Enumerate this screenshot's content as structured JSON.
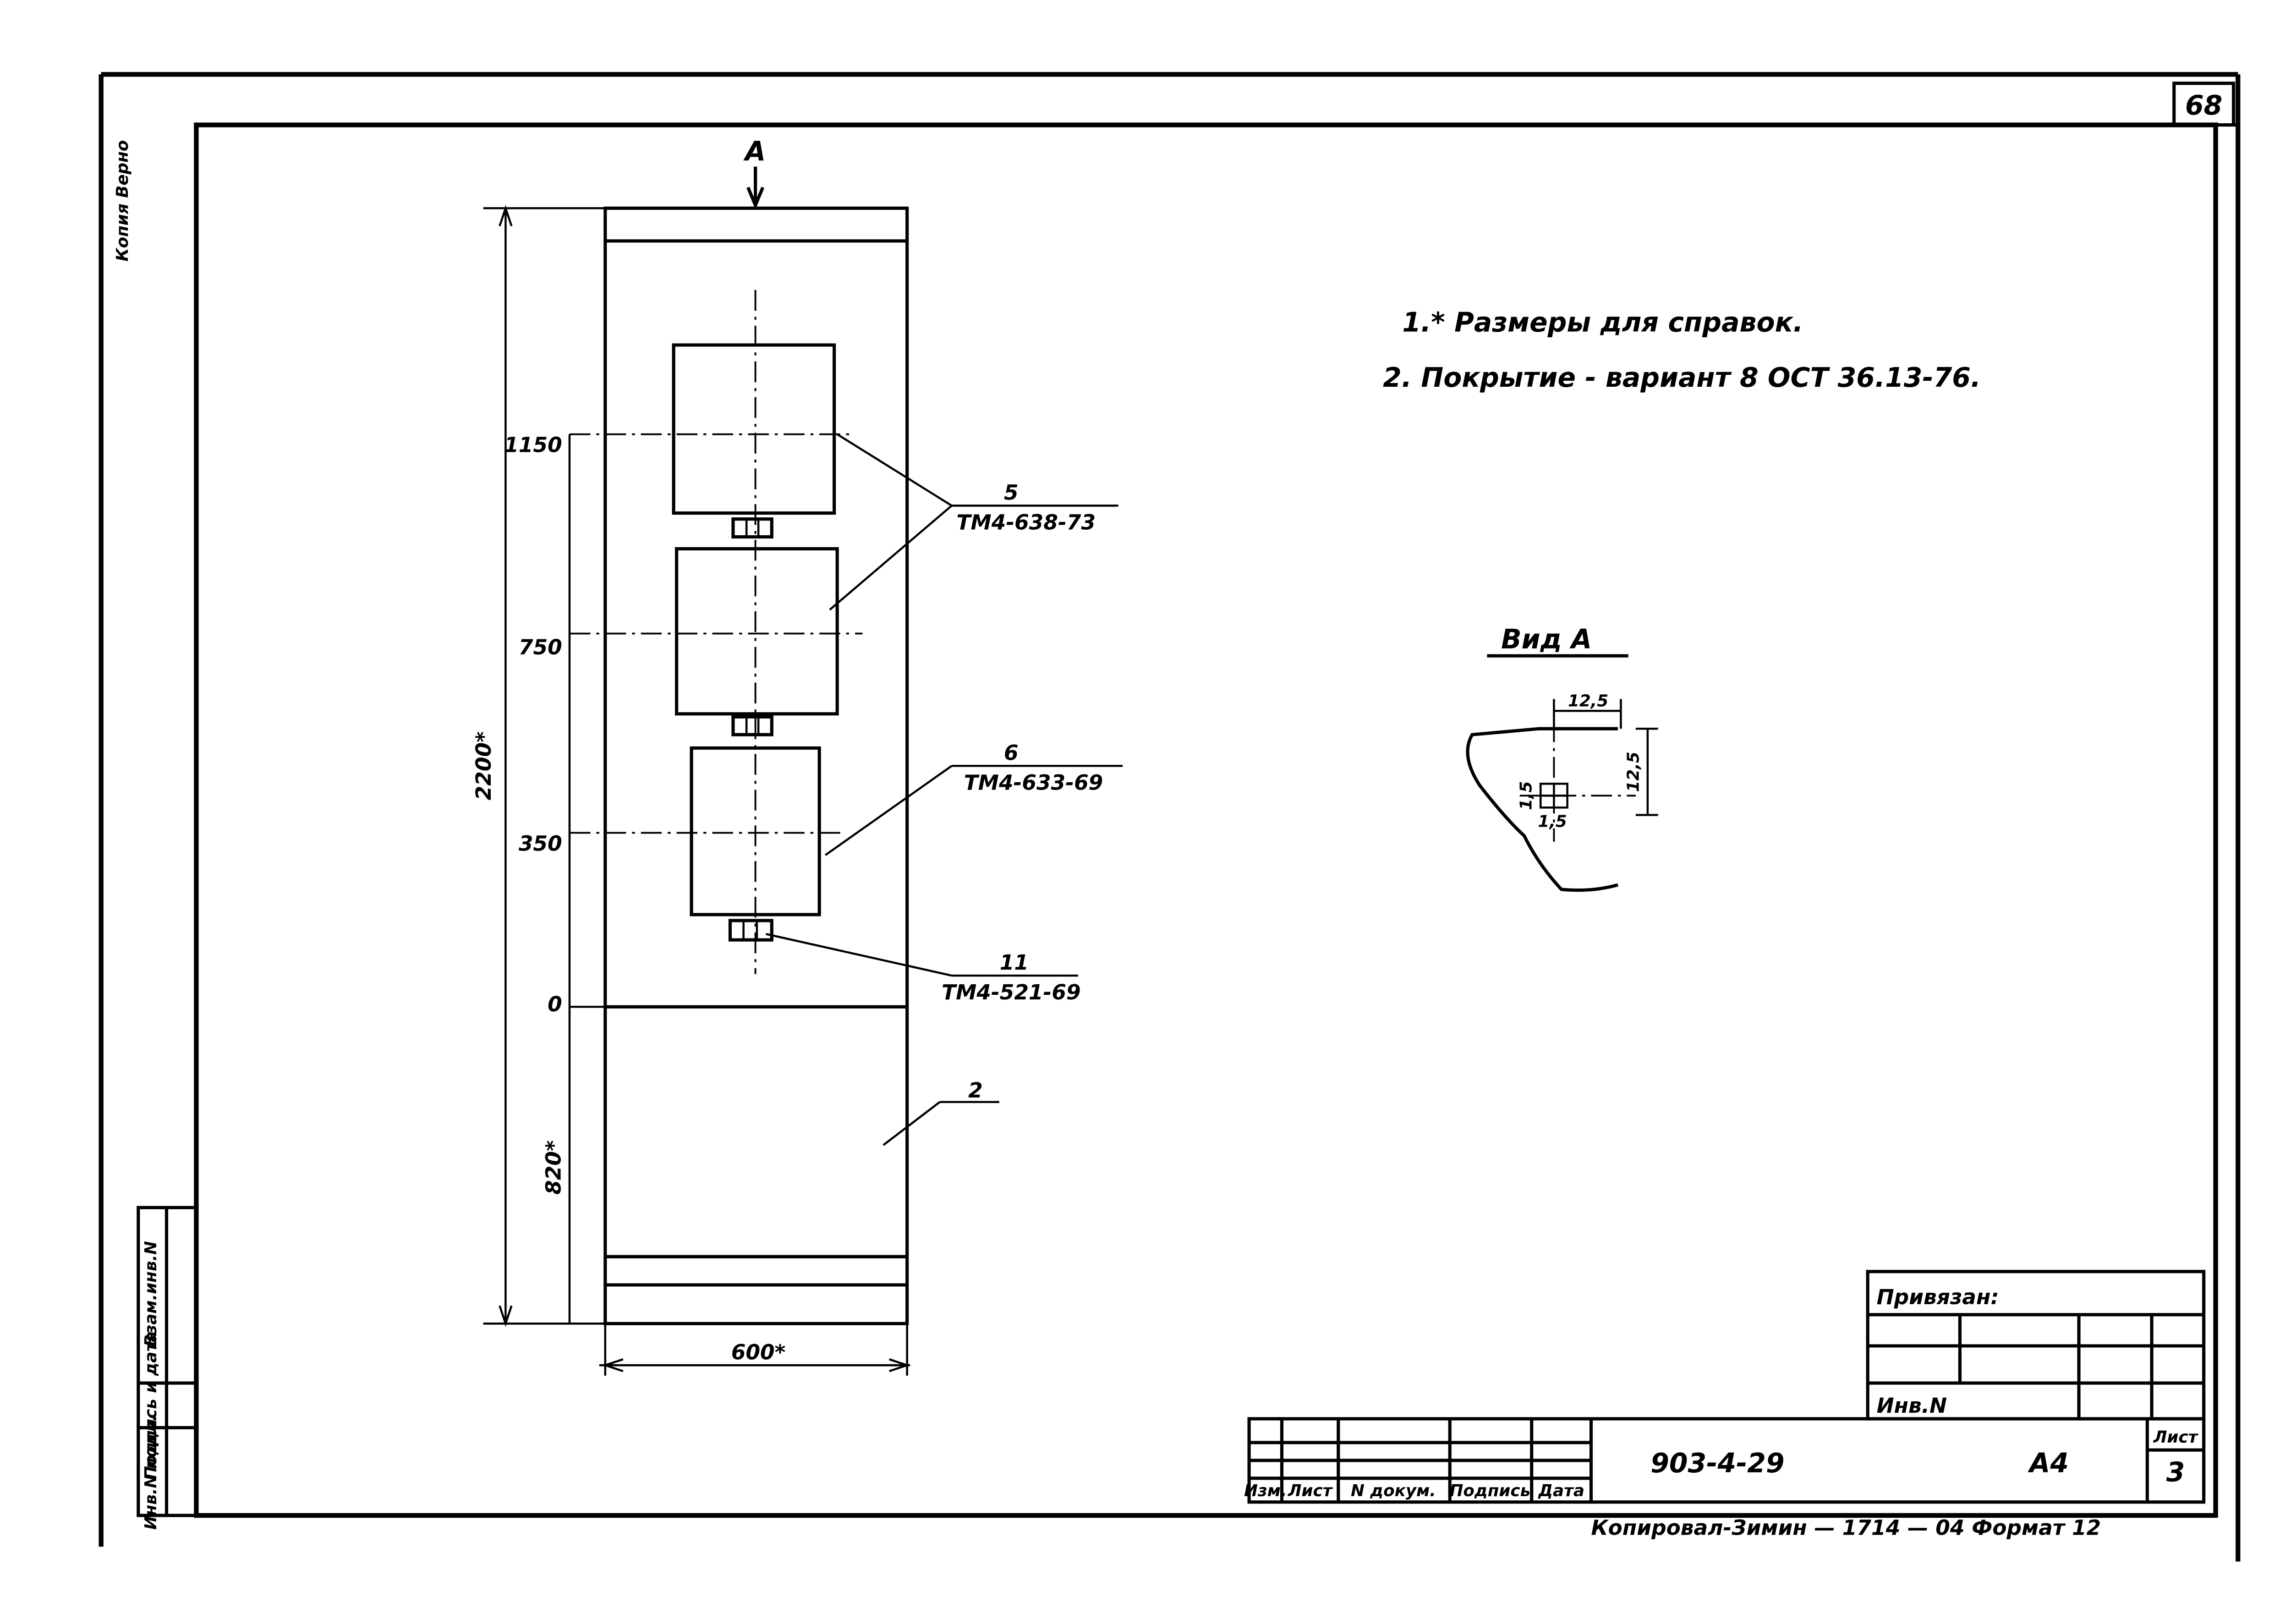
{
  "sheet": {
    "page_number": "68",
    "copy_label": "Копия Верно",
    "format_note": "Копировал-Зимин — 1714 — 04 Формат 12"
  },
  "side_stamp": {
    "cells": [
      "Инв.N подл.",
      "Подпись и дата",
      "Взам.инв.N"
    ]
  },
  "view_a_marker": "А",
  "notes": {
    "line1": "1.* Размеры для справок.",
    "line2": "2. Покрытие - вариант 8 ОСТ 36.13-76."
  },
  "main_view": {
    "dimensions": {
      "height_total": "2200*",
      "level_1150": "1150",
      "level_750": "750",
      "level_350": "350",
      "level_0": "0",
      "level_820": "820*",
      "width": "600*"
    },
    "callouts": [
      {
        "pos": "5",
        "ref": "ТМ4-638-73"
      },
      {
        "pos": "6",
        "ref": "ТМ4-633-69"
      },
      {
        "pos": "11",
        "ref": "ТМ4-521-69"
      },
      {
        "pos": "2",
        "ref": ""
      }
    ]
  },
  "view_a": {
    "title": "Вид А",
    "dim_width": "12,5",
    "dim_height": "12,5",
    "dim_small_1": "1,5",
    "dim_small_2": "1,5"
  },
  "privyazan": {
    "label": "Привязан:",
    "inv_label": "Инв.N"
  },
  "title_block": {
    "headers": [
      "Изм.",
      "Лист",
      "N докум.",
      "Подпись",
      "Дата"
    ],
    "doc_code": "903-4-29",
    "format": "А4",
    "sheet_label": "Лист",
    "sheet_number": "3"
  }
}
